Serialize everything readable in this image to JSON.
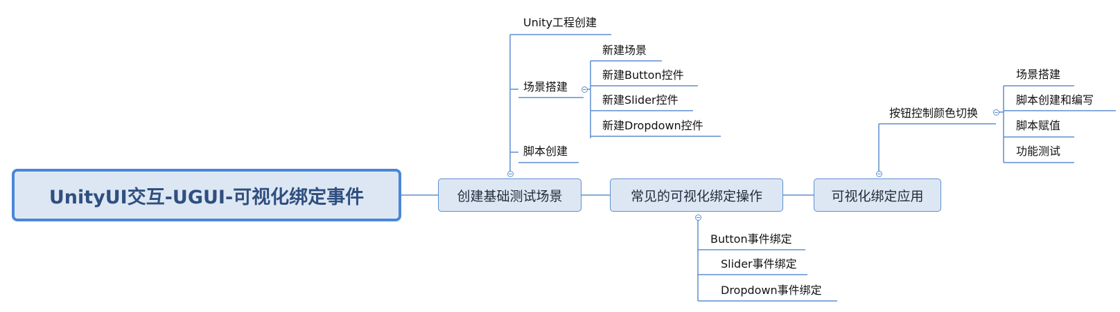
{
  "mindmap": {
    "root": "UnityUI交互-UGUI-可视化绑定事件",
    "main": [
      "创建基础测试场景",
      "常见的可视化绑定操作",
      "可视化绑定应用"
    ],
    "branch1": {
      "unity_project": "Unity工程创建",
      "scene_build": "场景搭建",
      "scene_children": [
        "新建场景",
        "新建Button控件",
        "新建Slider控件",
        "新建Dropdown控件"
      ],
      "script_create": "脚本创建"
    },
    "branch2": {
      "children": [
        "Button事件绑定",
        "Slider事件绑定",
        "Dropdown事件绑定"
      ]
    },
    "branch3": {
      "color_switch": "按钮控制颜色切换",
      "children": [
        "场景搭建",
        "脚本创建和编写",
        "脚本赋值",
        "功能测试"
      ]
    }
  },
  "colors": {
    "line": "#5b8ed1",
    "box_fill": "#dde7f3",
    "root_border": "#4a86d8",
    "root_text": "#2f4f7f"
  }
}
